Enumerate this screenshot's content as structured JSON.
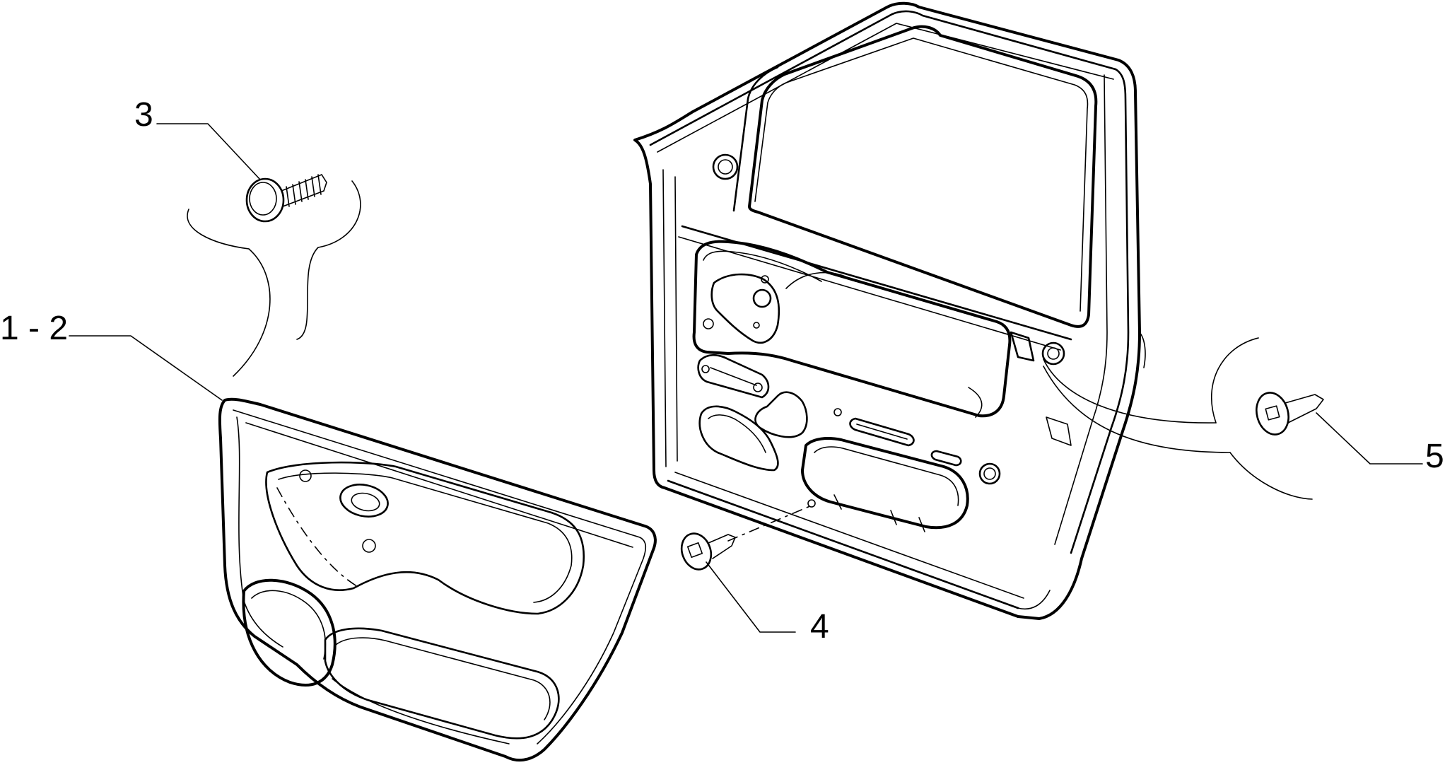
{
  "callouts": {
    "c3": "3",
    "c12": "1 - 2",
    "c4": "4",
    "c5": "5"
  }
}
